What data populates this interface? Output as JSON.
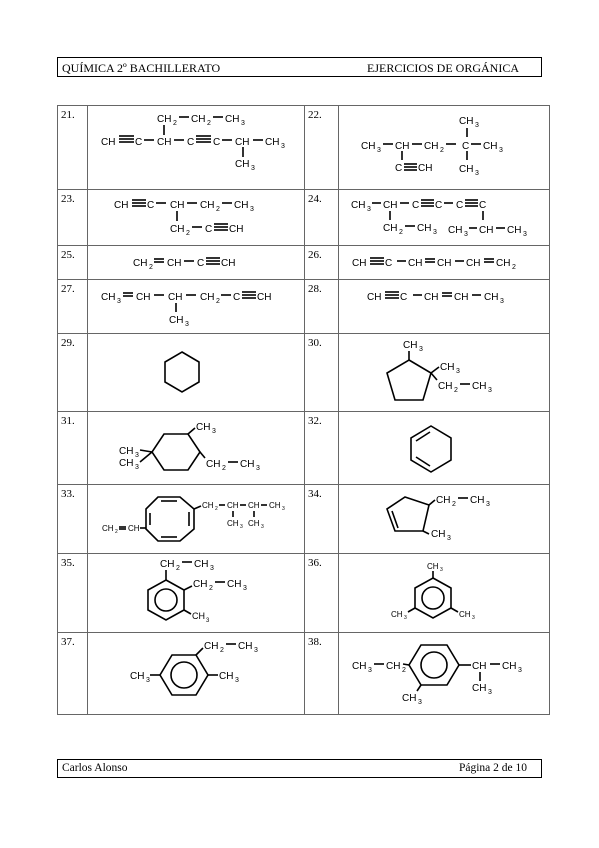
{
  "header": {
    "left": "QUÍMICA 2º BACHILLERATO",
    "right": "EJERCICIOS DE ORGÁNICA"
  },
  "footer": {
    "left": "Carlos Alonso",
    "right": "Página 2 de 10"
  },
  "exercises": [
    {
      "number": "21."
    },
    {
      "number": "22."
    },
    {
      "number": "23."
    },
    {
      "number": "24."
    },
    {
      "number": "25."
    },
    {
      "number": "26."
    },
    {
      "number": "27."
    },
    {
      "number": "28."
    },
    {
      "number": "29."
    },
    {
      "number": "30."
    },
    {
      "number": "31."
    },
    {
      "number": "32."
    },
    {
      "number": "33."
    },
    {
      "number": "34."
    },
    {
      "number": "35."
    },
    {
      "number": "36."
    },
    {
      "number": "37."
    },
    {
      "number": "38."
    }
  ],
  "formula_labels": {
    "CH": "CH",
    "C": "C",
    "CH2": "CH",
    "CH3": "CH",
    "sub2": "2",
    "sub3": "3"
  }
}
